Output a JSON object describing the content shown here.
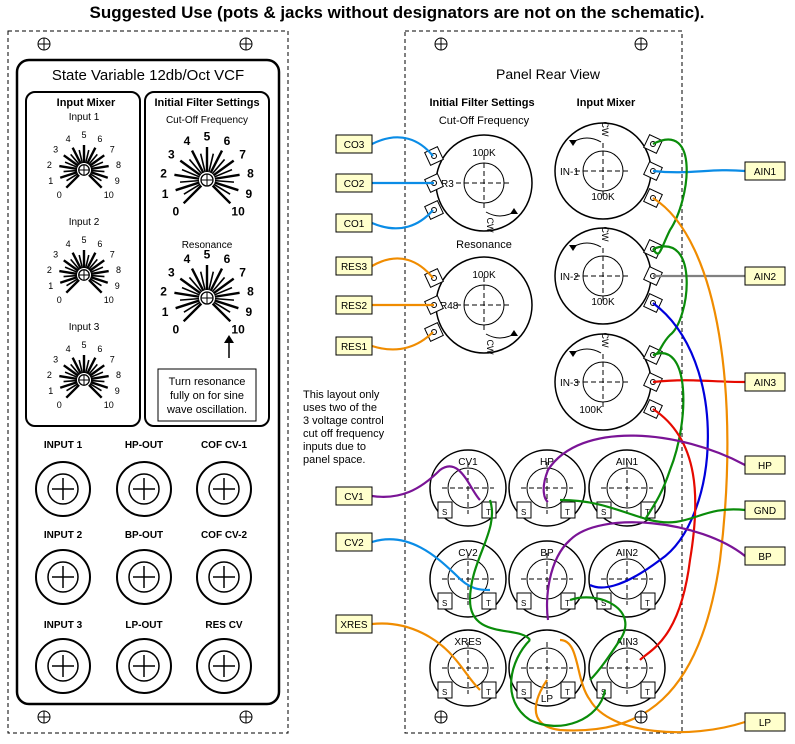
{
  "title": "Suggested Use (pots & jacks without designators are not on the schematic).",
  "front": {
    "module_title": "State Variable 12db/Oct VCF",
    "mixer": {
      "title": "Input Mixer",
      "knobs": [
        "Input 1",
        "Input 2",
        "Input 3"
      ],
      "scale": [
        "0",
        "1",
        "2",
        "3",
        "4",
        "5",
        "6",
        "7",
        "8",
        "9",
        "10"
      ]
    },
    "filter": {
      "title": "Initial Filter Settings",
      "knobs": [
        "Cut-Off Frequency",
        "Resonance"
      ],
      "scale": [
        "0",
        "1",
        "2",
        "3",
        "4",
        "5",
        "6",
        "7",
        "8",
        "9",
        "10"
      ],
      "note": [
        "Turn resonance",
        "fully on for sine",
        "wave oscillation."
      ]
    },
    "jacks": [
      [
        "INPUT 1",
        "HP-OUT",
        "COF CV-1"
      ],
      [
        "INPUT 2",
        "BP-OUT",
        "COF CV-2"
      ],
      [
        "INPUT 3",
        "LP-OUT",
        "RES CV"
      ]
    ]
  },
  "rear": {
    "title": "Panel Rear View",
    "filter_title": "Initial Filter Settings",
    "mixer_title": "Input Mixer",
    "cutoff_label": "Cut-Off Frequency",
    "resonance_label": "Resonance",
    "pots": [
      {
        "id": "R3",
        "value": "100K",
        "rotation": "CW"
      },
      {
        "id": "R48",
        "value": "100K",
        "rotation": "CW"
      },
      {
        "id": "IN-1",
        "value": "100K",
        "rotation": "CW"
      },
      {
        "id": "IN-2",
        "value": "100K",
        "rotation": "CW"
      },
      {
        "id": "IN-3",
        "value": "100K",
        "rotation": "CW"
      }
    ],
    "jacks": [
      [
        "CV1",
        "HP",
        "AIN1"
      ],
      [
        "CV2",
        "BP",
        "AIN2"
      ],
      [
        "XRES",
        "LP",
        "AIN3"
      ]
    ],
    "jack_pin_labels": {
      "sleeve": "S",
      "tip": "T"
    },
    "note": [
      "This layout only",
      "uses two of the",
      "3 voltage control",
      "cut off frequency",
      "inputs due to",
      "panel space."
    ],
    "left_labels": [
      "CO3",
      "CO2",
      "CO1",
      "RES3",
      "RES2",
      "RES1",
      "CV1",
      "CV2",
      "XRES"
    ],
    "right_labels": [
      "AIN1",
      "AIN2",
      "AIN3",
      "HP",
      "GND",
      "BP",
      "LP"
    ]
  },
  "wire_colors": {
    "blue": "#0a8ce6",
    "orange": "#f08c00",
    "green": "#0a8c0a",
    "purple": "#7a1496",
    "red": "#e60a00",
    "gray": "#808080",
    "navy": "#0000dc"
  },
  "label_fill": "#ffffcc"
}
